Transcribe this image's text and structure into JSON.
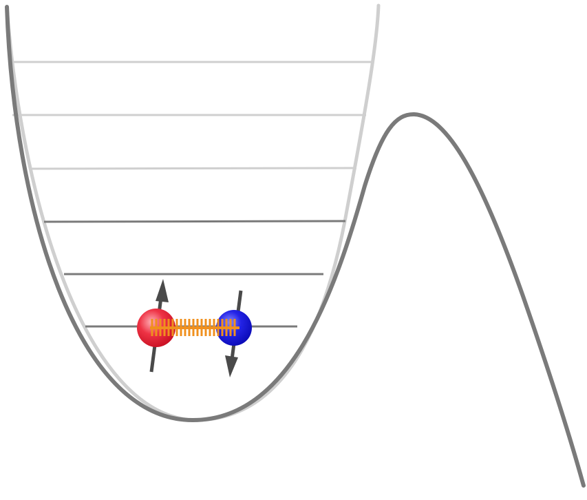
{
  "diagram": {
    "description_kind": "potential-energy-well",
    "colors": {
      "background": "#ffffff",
      "potential_curve": "#7a7a7a",
      "harmonic_curve": "#cfcfcf",
      "level_bound": "#7a7a7a",
      "level_unbound": "#cfcfcf",
      "atom_left": "#e3162b",
      "atom_right": "#1a1adf",
      "bond": "#f0901e",
      "spin_arrow": "#4a4a4a"
    },
    "energy_levels": {
      "bound_count": 3,
      "unbound_count": 3
    },
    "molecule": {
      "atoms": [
        "left-atom",
        "right-atom"
      ],
      "spins": [
        "up",
        "down"
      ]
    }
  }
}
